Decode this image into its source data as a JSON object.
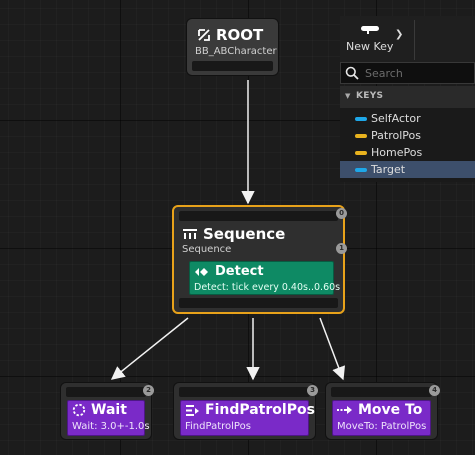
{
  "graph": {
    "root": {
      "title": "ROOT",
      "subtitle": "BB_ABCharacter",
      "icon": "root-icon"
    },
    "sequence": {
      "title": "Sequence",
      "subtitle": "Sequence",
      "badges": [
        "0",
        "1"
      ],
      "service": {
        "title": "Detect",
        "description": "Detect: tick every 0.40s..0.60s"
      }
    },
    "tasks": [
      {
        "title": "Wait",
        "description": "Wait: 3.0+-1.0s",
        "badge": "2"
      },
      {
        "title": "FindPatrolPos",
        "description": "FindPatrolPos",
        "badge": "3"
      },
      {
        "title": "Move To",
        "description": "MoveTo: PatrolPos",
        "badge": "4"
      }
    ]
  },
  "blackboard": {
    "new_key_label": "New Key",
    "search": {
      "placeholder": "Search",
      "value": ""
    },
    "keys_header": "KEYS",
    "keys": [
      {
        "name": "SelfActor",
        "type_color": "#1ea7e8"
      },
      {
        "name": "PatrolPos",
        "type_color": "#e8b21e"
      },
      {
        "name": "HomePos",
        "type_color": "#e8b21e"
      },
      {
        "name": "Target",
        "type_color": "#1ea7e8",
        "selected": true
      }
    ]
  },
  "colors": {
    "selected_outline": "#e8a21a",
    "service": "#0e8a64",
    "task": "#7a2ac8",
    "vector_key": "#e8b21e",
    "object_key": "#1ea7e8"
  }
}
